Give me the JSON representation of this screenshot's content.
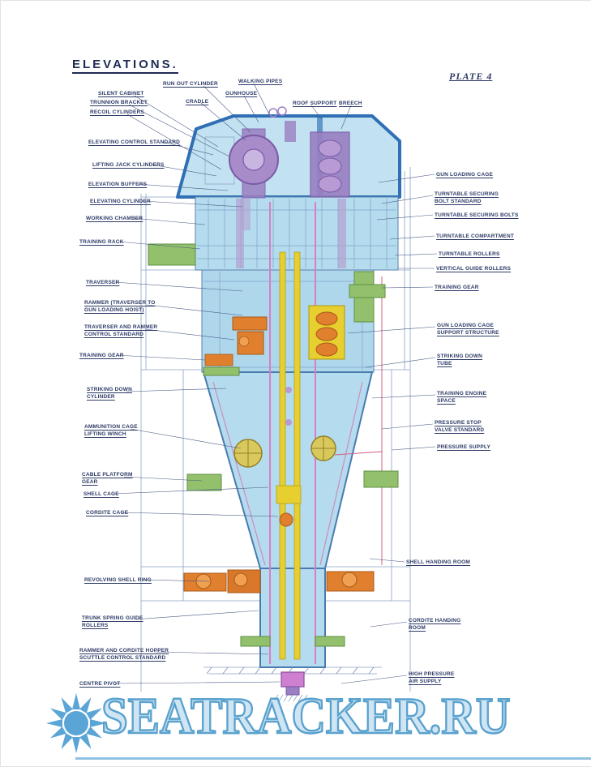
{
  "page": {
    "title": "ELEVATIONS.",
    "plate": "PLATE 4"
  },
  "callouts": {
    "top": [
      "RUN OUT CYLINDER",
      "WALKING PIPES",
      "SILENT CABINET",
      "GUNHOUSE",
      "CRADLE",
      "TRUNNION BRACKET",
      "ROOF SUPPORT",
      "BREECH",
      "RECOIL CYLINDERS"
    ],
    "left": [
      "ELEVATING CONTROL STANDARD",
      "LIFTING JACK CYLINDERS",
      "ELEVATION BUFFERS",
      "ELEVATING CYLINDER",
      "WORKING CHAMBER",
      "TRAINING RACK",
      "TRAVERSER",
      "RAMMER (TRAVERSER TO\nGUN LOADING HOIST)",
      "TRAVERSER AND RAMMER\nCONTROL STANDARD",
      "TRAINING GEAR",
      "STRIKING DOWN\nCYLINDER",
      "AMMUNITION CAGE\nLIFTING WINCH",
      "CABLE PLATFORM\nGEAR",
      "SHELL CAGE",
      "CORDITE CAGE",
      "REVOLVING SHELL RING",
      "TRUNK SPRING GUIDE\nROLLERS",
      "RAMMER AND CORDITE HOPPER\nSCUTTLE CONTROL STANDARD",
      "CENTRE PIVOT"
    ],
    "right": [
      "GUN LOADING CAGE",
      "TURNTABLE SECURING\nBOLT STANDARD",
      "TURNTABLE SECURING BOLTS",
      "TURNTABLE COMPARTMENT",
      "TURNTABLE ROLLERS",
      "VERTICAL GUIDE ROLLERS",
      "TRAINING GEAR",
      "GUN LOADING CAGE\nSUPPORT STRUCTURE",
      "STRIKING DOWN\nTUBE",
      "TRAINING ENGINE\nSPACE",
      "PRESSURE STOP\nVALVE STANDARD",
      "PRESSURE SUPPLY",
      "SHELL HANDING ROOM",
      "CORDITE HANDING\nROOM",
      "HIGH PRESSURE\nAIR SUPPLY"
    ]
  },
  "watermark": {
    "text": "SEATRACKER.RU"
  },
  "colors": {
    "outline_blue": "#2f6fb5",
    "fill_light_blue": "#b5dbee",
    "violet": "#9a7fc2",
    "magenta": "#d77fc6",
    "yellow": "#e6cf2e",
    "orange": "#e07f2e",
    "green": "#93c06c",
    "label_ink": "#2c3a66",
    "watermark_blue": "#4e9bcb"
  }
}
